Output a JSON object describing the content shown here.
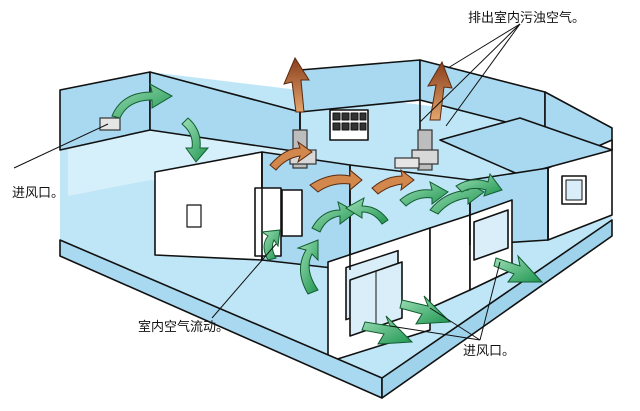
{
  "labels": {
    "exhaust": "排出室内污浊空气。",
    "intake_left": "进风口。",
    "indoor_flow": "室内空气流动。",
    "intake_right": "进风口。"
  },
  "colors": {
    "wall_blue": "#a9d9f0",
    "floor_blue": "#bfe6f7",
    "fresh_air_green": "#2fa862",
    "exhaust_brown": "#a5532a",
    "duct_gray": "#9a9a9a",
    "outline": "#111111"
  },
  "icons": [
    "fresh-air-arrow-icon",
    "exhaust-air-arrow-icon",
    "duct-fan-icon",
    "window-icon",
    "door-icon"
  ]
}
